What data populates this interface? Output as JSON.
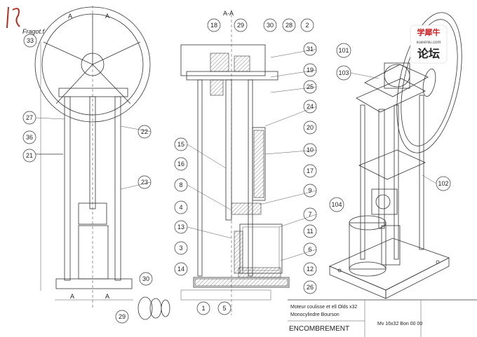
{
  "logo": {
    "text": "Fragot.f"
  },
  "watermark": {
    "line1": "学犀牛",
    "line2": "论坛",
    "url": "xuexiniu.com"
  },
  "section": {
    "label": "A-A",
    "cut_left": "A",
    "cut_right": "A",
    "cut_bottom_left": "A",
    "cut_bottom_right": "A"
  },
  "balloons_left": [
    "33",
    "27",
    "36",
    "21",
    "22",
    "23",
    "30",
    "29"
  ],
  "balloons_mid_top": [
    "18",
    "29",
    "30",
    "28",
    "2"
  ],
  "balloons_mid_right": [
    "31",
    "19",
    "25",
    "24",
    "20",
    "10",
    "17",
    "9",
    "7",
    "11",
    "6",
    "12",
    "26"
  ],
  "balloons_mid_left": [
    "15",
    "16",
    "8",
    "4",
    "13",
    "3",
    "14",
    "1",
    "5"
  ],
  "balloons_iso": [
    "103",
    "101",
    "102",
    "104"
  ],
  "title_block": {
    "line1": "Moteur coulisse et ell Olds x32",
    "line2": "Monocylindre Bourson",
    "title": "ENCOMBREMENT",
    "ref": "Mv 16x32 Bon 00 00"
  }
}
